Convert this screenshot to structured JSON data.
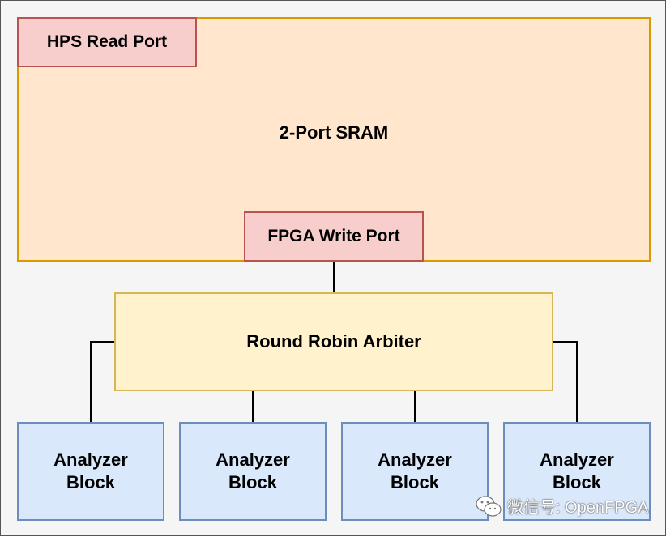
{
  "sram": {
    "label": "2-Port SRAM"
  },
  "ports": {
    "hps_read": "HPS Read Port",
    "fpga_write": "FPGA Write Port"
  },
  "arbiter": {
    "label": "Round Robin Arbiter"
  },
  "analyzers": [
    {
      "line1": "Analyzer",
      "line2": "Block"
    },
    {
      "line1": "Analyzer",
      "line2": "Block"
    },
    {
      "line1": "Analyzer",
      "line2": "Block"
    },
    {
      "line1": "Analyzer",
      "line2": "Block"
    }
  ],
  "watermark": {
    "text": "微信号: OpenFPGA",
    "icon": "wechat-icon"
  },
  "colors": {
    "sram_fill": "#ffe6cc",
    "sram_border": "#d79b00",
    "port_fill": "#f8cecc",
    "port_border": "#b85450",
    "arbiter_fill": "#fff2cc",
    "arbiter_border": "#d6b656",
    "analyzer_fill": "#dae8fc",
    "analyzer_border": "#6c8ebf"
  }
}
